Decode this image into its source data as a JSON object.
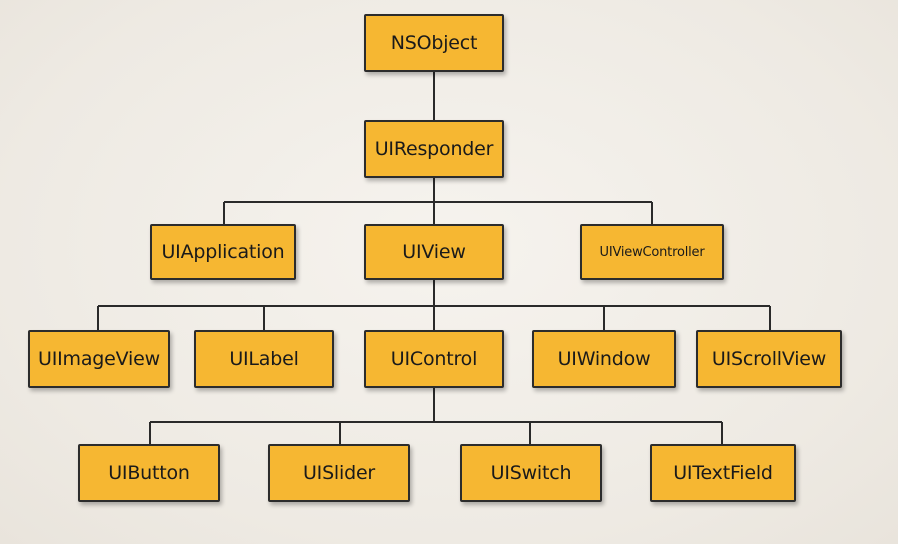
{
  "colors": {
    "box_fill": "#f6b732",
    "box_border": "#2c2c2c",
    "line": "#2a2a2a",
    "background": "#f1ede6"
  },
  "nodes": {
    "nsobject": "NSObject",
    "uiresponder": "UIResponder",
    "uiapplication": "UIApplication",
    "uiview": "UIView",
    "uiviewcontroller": "UIViewController",
    "uiimageview": "UIImageView",
    "uilabel": "UILabel",
    "uicontrol": "UIControl",
    "uiwindow": "UIWindow",
    "uiscrollview": "UIScrollView",
    "uibutton": "UIButton",
    "uislider": "UISlider",
    "uiswitch": "UISwitch",
    "uitextfield": "UITextField"
  },
  "edges": [
    [
      "nsobject",
      "uiresponder"
    ],
    [
      "uiresponder",
      "uiapplication"
    ],
    [
      "uiresponder",
      "uiview"
    ],
    [
      "uiresponder",
      "uiviewcontroller"
    ],
    [
      "uiview",
      "uiimageview"
    ],
    [
      "uiview",
      "uilabel"
    ],
    [
      "uiview",
      "uicontrol"
    ],
    [
      "uiview",
      "uiwindow"
    ],
    [
      "uiview",
      "uiscrollview"
    ],
    [
      "uicontrol",
      "uibutton"
    ],
    [
      "uicontrol",
      "uislider"
    ],
    [
      "uicontrol",
      "uiswitch"
    ],
    [
      "uicontrol",
      "uitextfield"
    ]
  ]
}
